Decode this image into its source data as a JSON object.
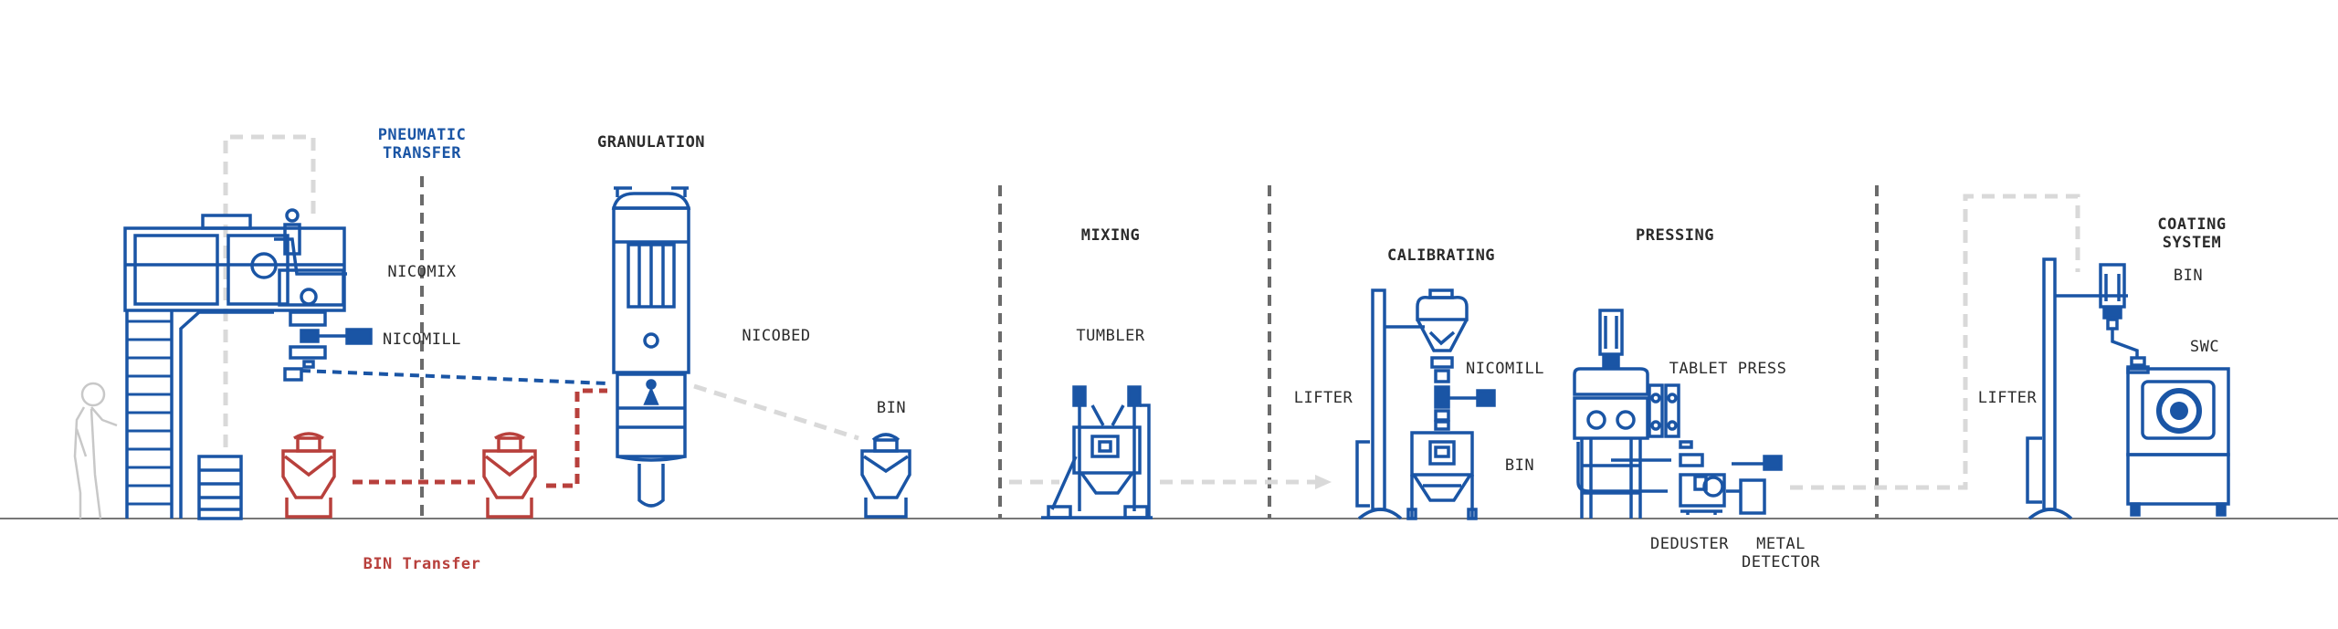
{
  "sections": {
    "pneumatic_transfer": [
      "PNEUMATIC",
      "TRANSFER"
    ],
    "granulation": "GRANULATION",
    "mixing": "MIXING",
    "calibrating": "CALIBRATING",
    "pressing": "PRESSING",
    "coating_system": [
      "COATING",
      "SYSTEM"
    ]
  },
  "equipment": {
    "nicomix": "NICOMIX",
    "nicomill_1": "NICOMILL",
    "nicobed": "NICOBED",
    "bin_1": "BIN",
    "tumbler": "TUMBLER",
    "lifter_1": "LIFTER",
    "nicomill_2": "NICOMILL",
    "bin_2": "BIN",
    "tablet_press": "TABLET PRESS",
    "deduster": "DEDUSTER",
    "metal_detector": [
      "METAL",
      "DETECTOR"
    ],
    "lifter_2": "LIFTER",
    "bin_3": "BIN",
    "swc": "SWC"
  },
  "bin_transfer": "BIN Transfer",
  "colors": {
    "equipment": "#1a55a5",
    "bin_transfer": "#b8403c",
    "pipe_gray": "#d9d9d9",
    "divider": "#6b6b6b",
    "ground": "#777777",
    "operator": "#c8c8c8"
  }
}
